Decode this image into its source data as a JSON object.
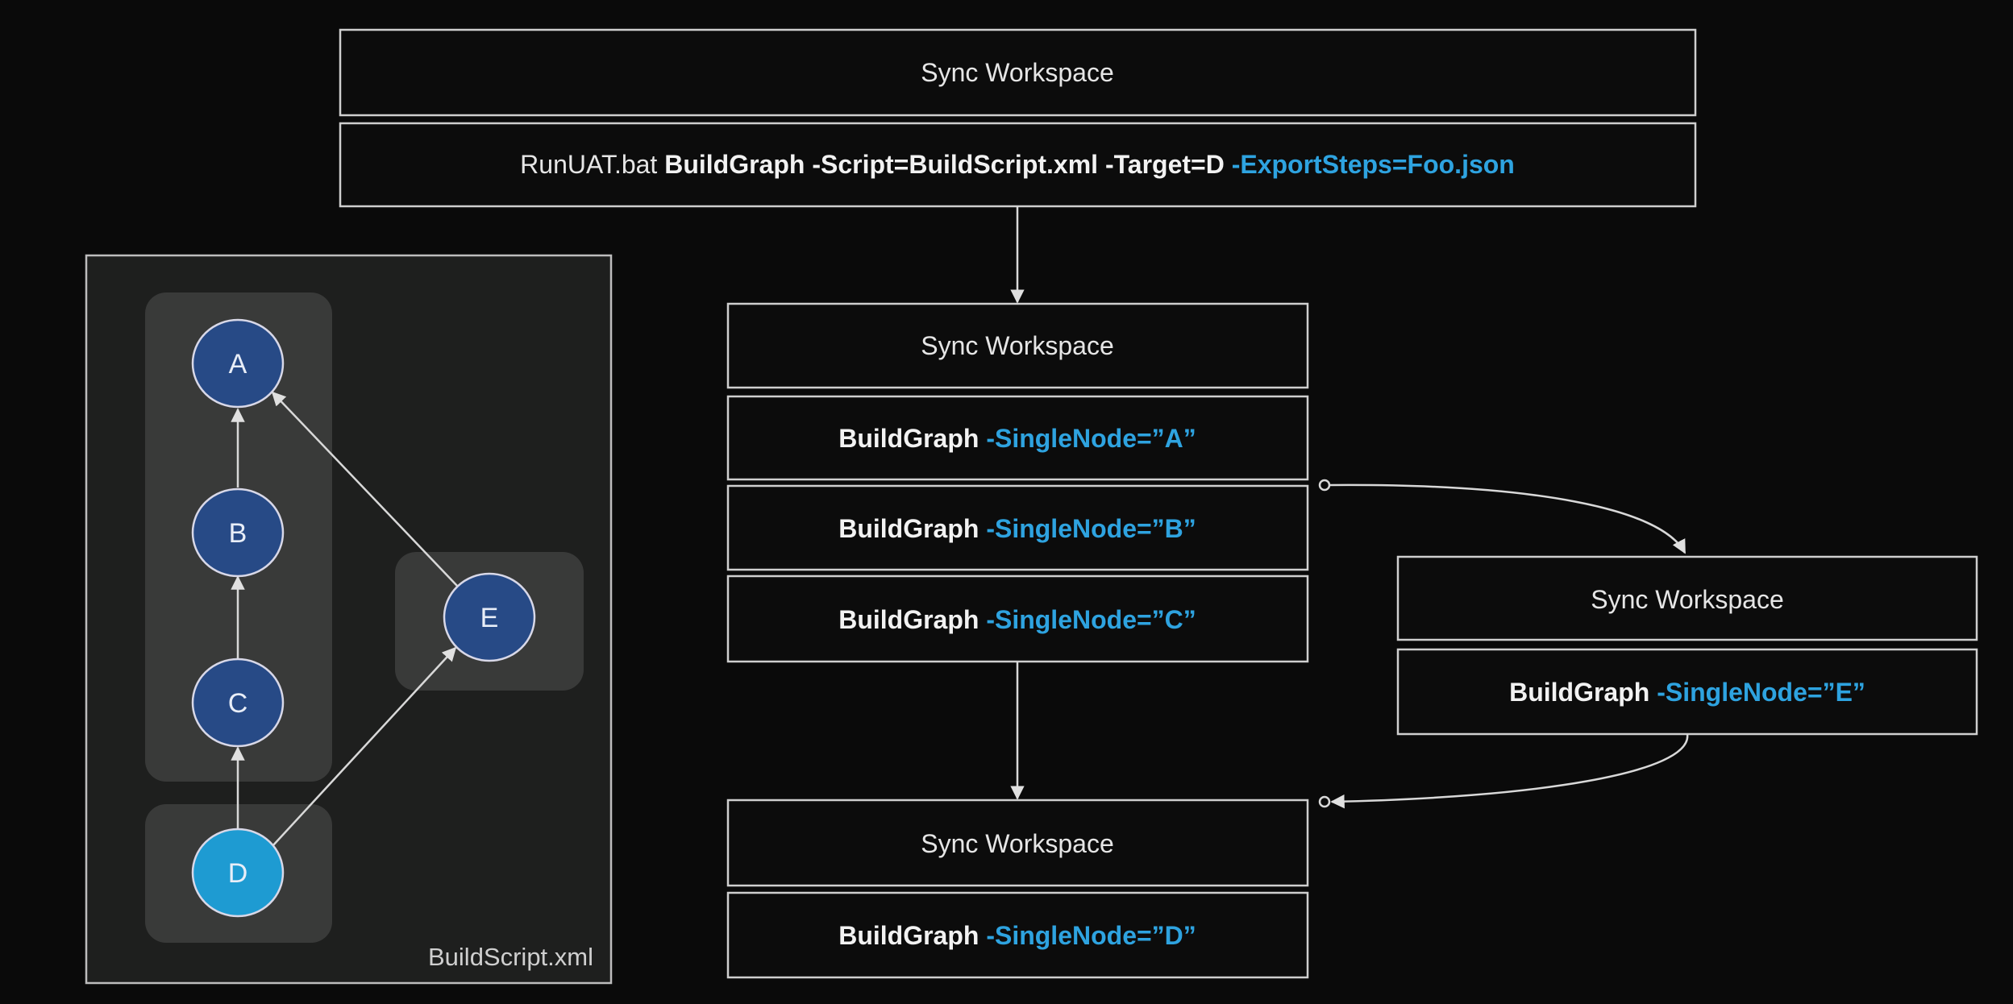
{
  "top": {
    "sync_label": "Sync Workspace",
    "command": {
      "prefix": "RunUAT.bat ",
      "bold": "BuildGraph -Script=BuildScript.xml -Target=D ",
      "highlight": "-ExportSteps=Foo.json"
    }
  },
  "agent1": {
    "sync_label": "Sync Workspace",
    "steps": [
      {
        "cmd": "BuildGraph",
        "arg": "-SingleNode=”A”"
      },
      {
        "cmd": "BuildGraph",
        "arg": "-SingleNode=”B”"
      },
      {
        "cmd": "BuildGraph",
        "arg": "-SingleNode=”C”"
      }
    ]
  },
  "agent2": {
    "sync_label": "Sync Workspace",
    "steps": [
      {
        "cmd": "BuildGraph",
        "arg": "-SingleNode=”E”"
      }
    ]
  },
  "agent3": {
    "sync_label": "Sync Workspace",
    "steps": [
      {
        "cmd": "BuildGraph",
        "arg": "-SingleNode=”D”"
      }
    ]
  },
  "graph": {
    "file_label": "BuildScript.xml",
    "nodes": [
      "A",
      "B",
      "C",
      "D",
      "E"
    ],
    "colors": {
      "node": "#274a86",
      "target": "#1e9bd2",
      "accent": "#2ea3e0"
    }
  }
}
